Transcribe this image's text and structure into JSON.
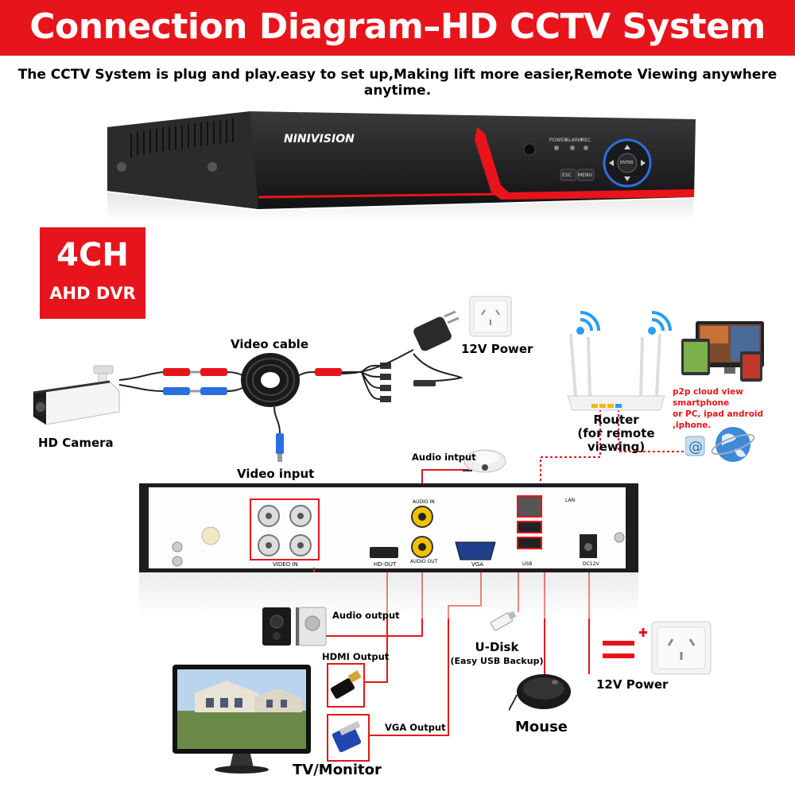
{
  "header": {
    "title": "Connection Diagram–HD CCTV System",
    "subtitle": "The CCTV System is plug and play.easy to set up,Making lift more easier,Remote Viewing anywhere anytime."
  },
  "dvr_front": {
    "brand": "NINIVISION",
    "indicators": [
      "POWER",
      "ALARM",
      "REC"
    ],
    "buttons": [
      "ESC",
      "MENU"
    ],
    "nav_center": "ENTER"
  },
  "badge": {
    "line1": "4CH",
    "line2": "AHD DVR"
  },
  "labels": {
    "video_cable": "Video cable",
    "power_top": "12V Power",
    "hd_camera": "HD Camera",
    "video_input": "Video input",
    "audio_input": "Audio intput",
    "router": "Router",
    "router_sub": "(for remote viewing)",
    "p2p_line1": "p2p cloud  view smartphone",
    "p2p_line2": "or PC, ipad android ,iphone.",
    "audio_output": "Audio output",
    "hdmi_output": "HDMI Output",
    "vga_output": "VGA Output",
    "udisk": "U-Disk",
    "udisk_sub": "(Easy USB Backup)",
    "mouse": "Mouse",
    "power_bottom": "12V Power",
    "tv_monitor": "TV/Monitor"
  },
  "dvr_rear": {
    "video_in": "VIDEO IN",
    "hd_out": "HD-OUT",
    "audio_in": "AUDIO IN",
    "audio_out": "AUDIO OUT",
    "vga": "VGA",
    "lan": "LAN",
    "usb": "USB",
    "dc": "DC12V"
  },
  "colors": {
    "accent": "#e8141b",
    "dvr_body": "#1d1d1f",
    "wifi": "#2a9df4"
  },
  "icons": [
    "camera-icon",
    "cable-reel-icon",
    "power-adapter-icon",
    "wall-socket-icon",
    "router-icon",
    "wifi-icon",
    "devices-icon",
    "globe-icon",
    "microphone-icon",
    "speakers-icon",
    "hdmi-plug-icon",
    "vga-plug-icon",
    "usb-disk-icon",
    "mouse-icon",
    "dc-polarity-icon",
    "monitor-icon"
  ]
}
